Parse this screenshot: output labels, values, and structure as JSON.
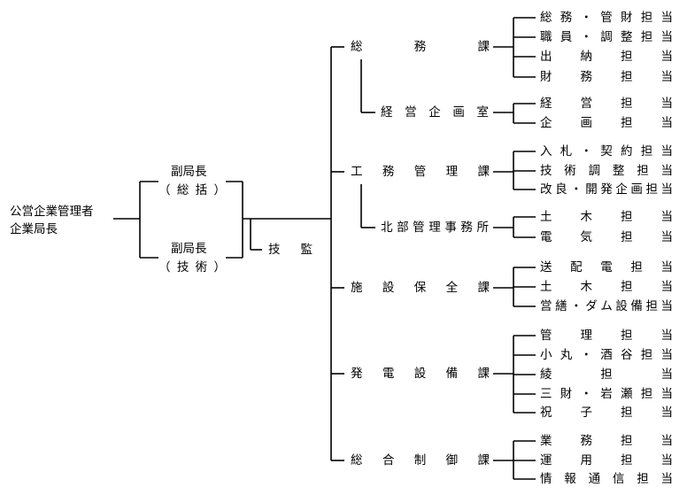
{
  "root": {
    "line1": "公営企業管理者",
    "line2": "企業局長"
  },
  "deputies": [
    {
      "title": "副局長",
      "sub": "（総括）"
    },
    {
      "title": "副局長",
      "sub": "（技術）"
    }
  ],
  "supervisor": "技　監",
  "sections": [
    {
      "name": "総務課",
      "units": [
        "総務・管財担当",
        "職員・調整担当",
        "出納担当",
        "財務担当"
      ]
    },
    {
      "name": "経営企画室",
      "units": [
        "経営担当",
        "企画担当"
      ]
    },
    {
      "name": "工務管理課",
      "units": [
        "入札・契約担当",
        "技術調整担当",
        "改良・開発企画担当"
      ]
    },
    {
      "name": "北部管理事務所",
      "units": [
        "土木担当",
        "電気担当"
      ]
    },
    {
      "name": "施設保全課",
      "units": [
        "送配電担当",
        "土木担当",
        "営繕・ダム設備担当"
      ]
    },
    {
      "name": "発電設備課",
      "units": [
        "管理担当",
        "小丸・酒谷担当",
        "綾担当",
        "三財・岩瀬担当",
        "祝子担当"
      ]
    },
    {
      "name": "総合制御課",
      "units": [
        "業務担当",
        "運用担当",
        "情報通信担当"
      ]
    }
  ]
}
